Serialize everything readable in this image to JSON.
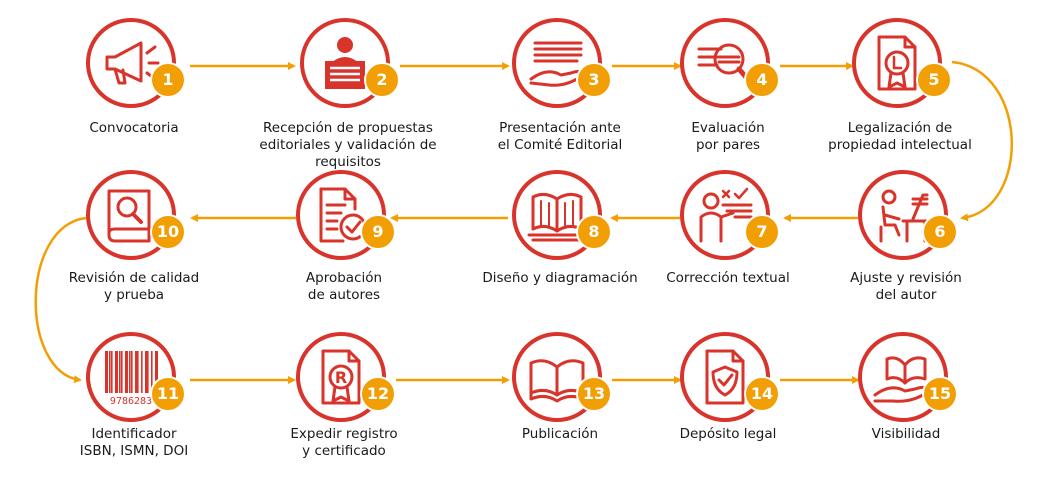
{
  "colors": {
    "red": "#d9342b",
    "orange": "#f29f05",
    "text": "#1a1a1a"
  },
  "steps": [
    {
      "n": "1",
      "label": "Convocatoria",
      "icon": "megaphone-icon"
    },
    {
      "n": "2",
      "label": "Recepción de propuestas\neditoriales y validación de requisitos",
      "icon": "person-document-icon"
    },
    {
      "n": "3",
      "label": "Presentación ante\nel Comité Editorial",
      "icon": "hand-document-icon"
    },
    {
      "n": "4",
      "label": "Evaluación\npor pares",
      "icon": "magnifier-document-icon"
    },
    {
      "n": "5",
      "label": "Legalización de\npropiedad intelectual",
      "icon": "certificate-seal-icon"
    },
    {
      "n": "6",
      "label": "Ajuste y revisión\ndel autor",
      "icon": "person-desk-icon"
    },
    {
      "n": "7",
      "label": "Corrección textual",
      "icon": "teacher-board-icon"
    },
    {
      "n": "8",
      "label": "Diseño y diagramación",
      "icon": "open-book-icon"
    },
    {
      "n": "9",
      "label": "Aprobación\nde autores",
      "icon": "document-check-icon"
    },
    {
      "n": "10",
      "label": "Revisión de calidad\ny prueba",
      "icon": "book-magnifier-icon"
    },
    {
      "n": "11",
      "label": "Identificador\nISBN, ISMN, DOI",
      "icon": "barcode-icon",
      "barcode": "9786283"
    },
    {
      "n": "12",
      "label": "Expedir registro\ny certificado",
      "icon": "registered-certificate-icon",
      "mark": "R"
    },
    {
      "n": "13",
      "label": "Publicación",
      "icon": "book-icon"
    },
    {
      "n": "14",
      "label": "Depósito legal",
      "icon": "document-shield-icon"
    },
    {
      "n": "15",
      "label": "Visibilidad",
      "icon": "hand-book-icon"
    }
  ]
}
